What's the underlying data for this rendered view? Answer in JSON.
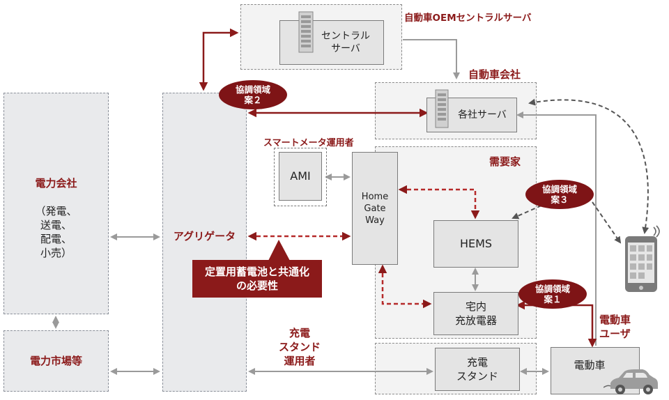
{
  "central_server": {
    "header": "自動車OEMセントラルサーバ",
    "box_line1": "セントラル",
    "box_line2": "サーバ"
  },
  "auto_company": {
    "header": "自動車会社",
    "server": "各社サーバ"
  },
  "power_company": {
    "title": "電力会社",
    "sub": [
      "（発電、",
      "送電、",
      "配電、",
      "小売）"
    ]
  },
  "power_market": {
    "title": "電力市場等"
  },
  "aggregator": {
    "title": "アグリゲータ"
  },
  "smart_meter": {
    "operator": "スマートメータ運用者",
    "ami": "AMI"
  },
  "demand_side": {
    "header": "需要家",
    "hgw": [
      "Home",
      "Gate",
      "Way"
    ],
    "hems": "HEMS",
    "charger_line1": "宅内",
    "charger_line2": "充放電器"
  },
  "charging_station": {
    "operator": [
      "充電",
      "スタンド",
      "運用者"
    ],
    "box_line1": "充電",
    "box_line2": "スタンド"
  },
  "ev": {
    "label": "電動車",
    "user": [
      "電動車",
      "ユーザ"
    ]
  },
  "cooperation": [
    {
      "line1": "協調領域",
      "line2": "案２"
    },
    {
      "line1": "協調領域",
      "line2": "案３"
    },
    {
      "line1": "協調領域",
      "line2": "案１"
    }
  ],
  "callout": {
    "line1": "定置用蓄電池と共通化",
    "line2": "の必要性"
  },
  "colors": {
    "accent": "#8b1a1a",
    "oval": "#7e1416",
    "connector": "#9a9a9a",
    "dashed": "#555555"
  },
  "icons": [
    "server-rack-icon",
    "smartphone-icon",
    "electric-car-icon"
  ]
}
